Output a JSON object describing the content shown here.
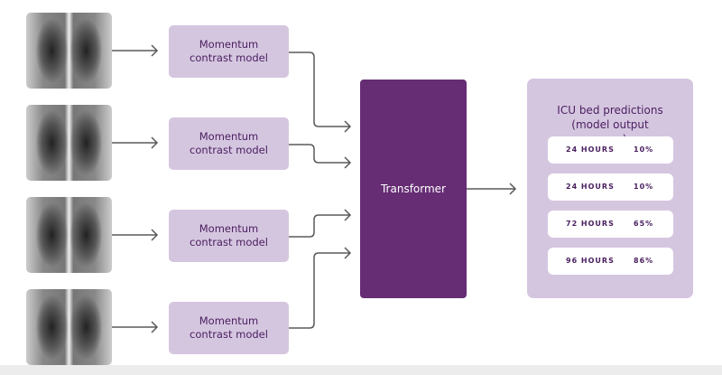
{
  "models": [
    {
      "label": "Momentum contrast model"
    },
    {
      "label": "Momentum contrast model"
    },
    {
      "label": "Momentum contrast model"
    },
    {
      "label": "Momentum contrast model"
    }
  ],
  "transformer": {
    "label": "Transformer"
  },
  "output": {
    "title": "ICU bed predictions (model output score)",
    "rows": [
      {
        "horizon": "24 HOURS",
        "score": "10%"
      },
      {
        "horizon": "24 HOURS",
        "score": "10%"
      },
      {
        "horizon": "72 HOURS",
        "score": "65%"
      },
      {
        "horizon": "96 HOURS",
        "score": "86%"
      }
    ]
  },
  "colors": {
    "model_box": "#d5c6e0",
    "transformer": "#662d74",
    "text": "#4b2060",
    "arrow": "#5a5a5a"
  }
}
